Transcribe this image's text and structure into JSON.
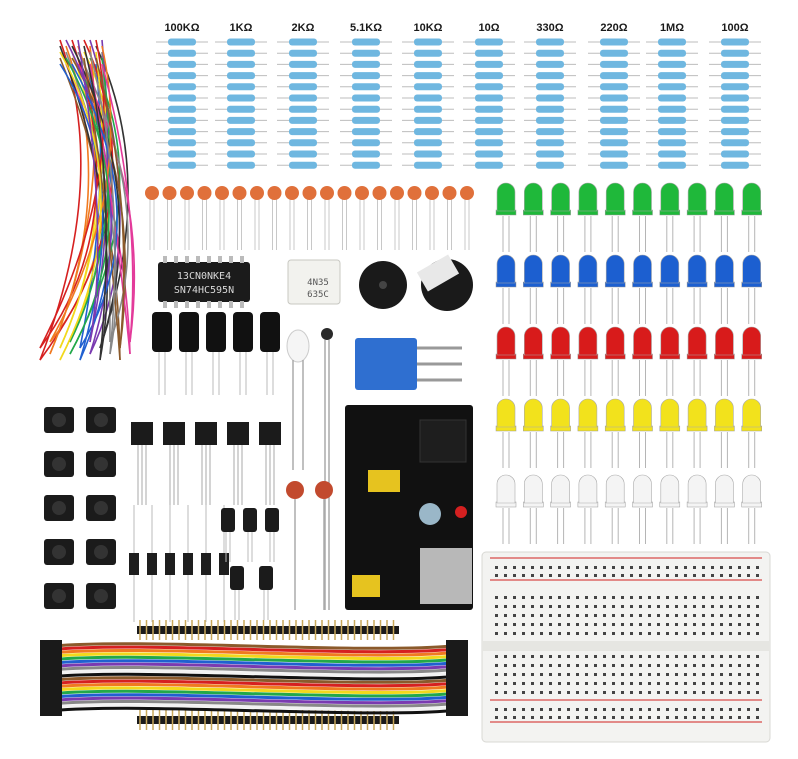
{
  "resistors": {
    "labels": [
      "100KΩ",
      "1KΩ",
      "2KΩ",
      "5.1KΩ",
      "10KΩ",
      "10Ω",
      "330Ω",
      "220Ω",
      "1MΩ",
      "100Ω"
    ]
  },
  "ics": {
    "shift_register_line1": "13CN0NKE4",
    "shift_register_line2": "SN74HC595N",
    "optocoupler_line1": "4N35",
    "optocoupler_line2": "635C"
  },
  "leds": {
    "rows": [
      {
        "color": "#1fb83a",
        "count": 10
      },
      {
        "color": "#1c5fd0",
        "count": 10
      },
      {
        "color": "#d81b1b",
        "count": 10
      },
      {
        "color": "#f2e21c",
        "count": 10
      },
      {
        "color": "#f4f4f4",
        "count": 10
      }
    ]
  },
  "colors": {
    "resistor_body": "#6fb7e0",
    "ceramic_cap": "#e0703a",
    "board_black": "#111111",
    "breadboard": "#f3f3f1"
  }
}
